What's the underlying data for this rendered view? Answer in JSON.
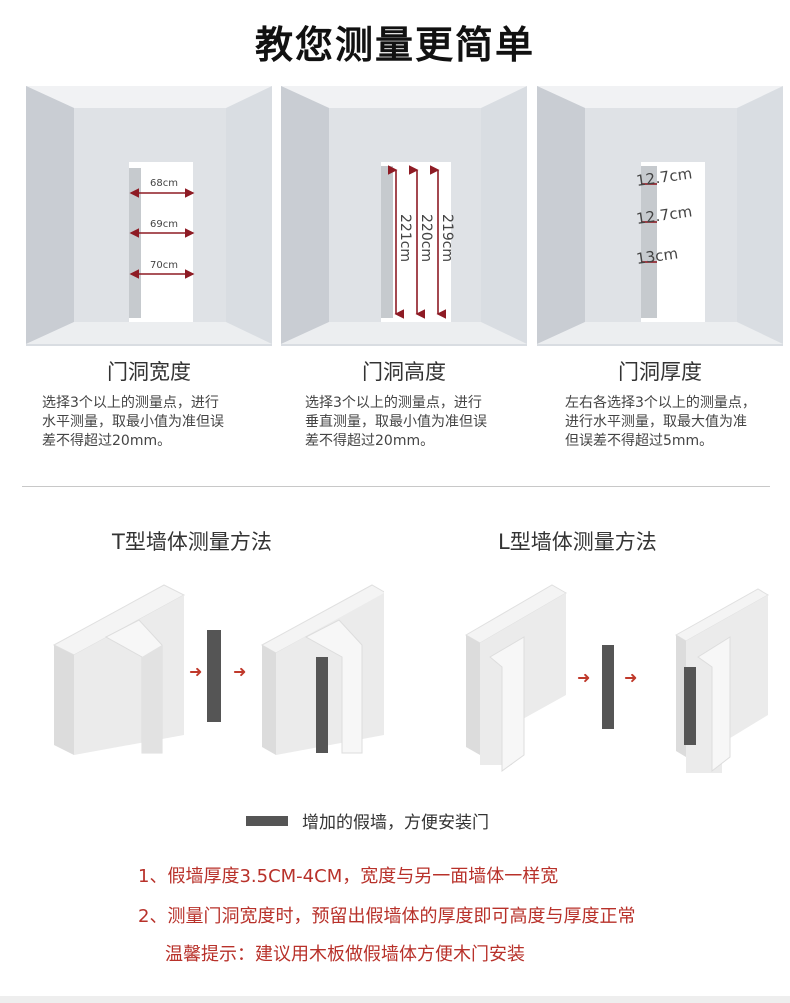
{
  "title": "教您测量更简单",
  "panels": [
    {
      "caption": "门洞宽度",
      "desc": [
        "选择3个以上的测量点，进行",
        "水平测量，取最小值为准但误",
        "差不得超过20mm。"
      ],
      "measures": [
        "68cm",
        "69cm",
        "70cm"
      ]
    },
    {
      "caption": "门洞高度",
      "desc": [
        "选择3个以上的测量点，进行",
        "垂直测量，取最小值为准但误",
        "差不得超过20mm。"
      ],
      "measures": [
        "221cm",
        "220cm",
        "219cm"
      ]
    },
    {
      "caption": "门洞厚度",
      "desc": [
        "左右各选择3个以上的测量点，",
        "进行水平测量，取最大值为准",
        "但误差不得超过5mm。"
      ],
      "measures": [
        "12.7cm",
        "12.7cm",
        "13cm"
      ]
    }
  ],
  "methods": {
    "t_wall": "T型墙体测量方法",
    "l_wall": "L型墙体测量方法"
  },
  "legend": "增加的假墙，方便安装门",
  "notes": [
    "1、假墙厚度3.5CM-4CM，宽度与另一面墙体一样宽",
    "2、测量门洞宽度时，预留出假墙体的厚度即可高度与厚度正常",
    "温馨提示：建议用木板做假墙体方便木门安装"
  ],
  "colors": {
    "accent_red": "#b8312a",
    "wall_light": "#e9ebee",
    "fake_wall": "#555555"
  }
}
